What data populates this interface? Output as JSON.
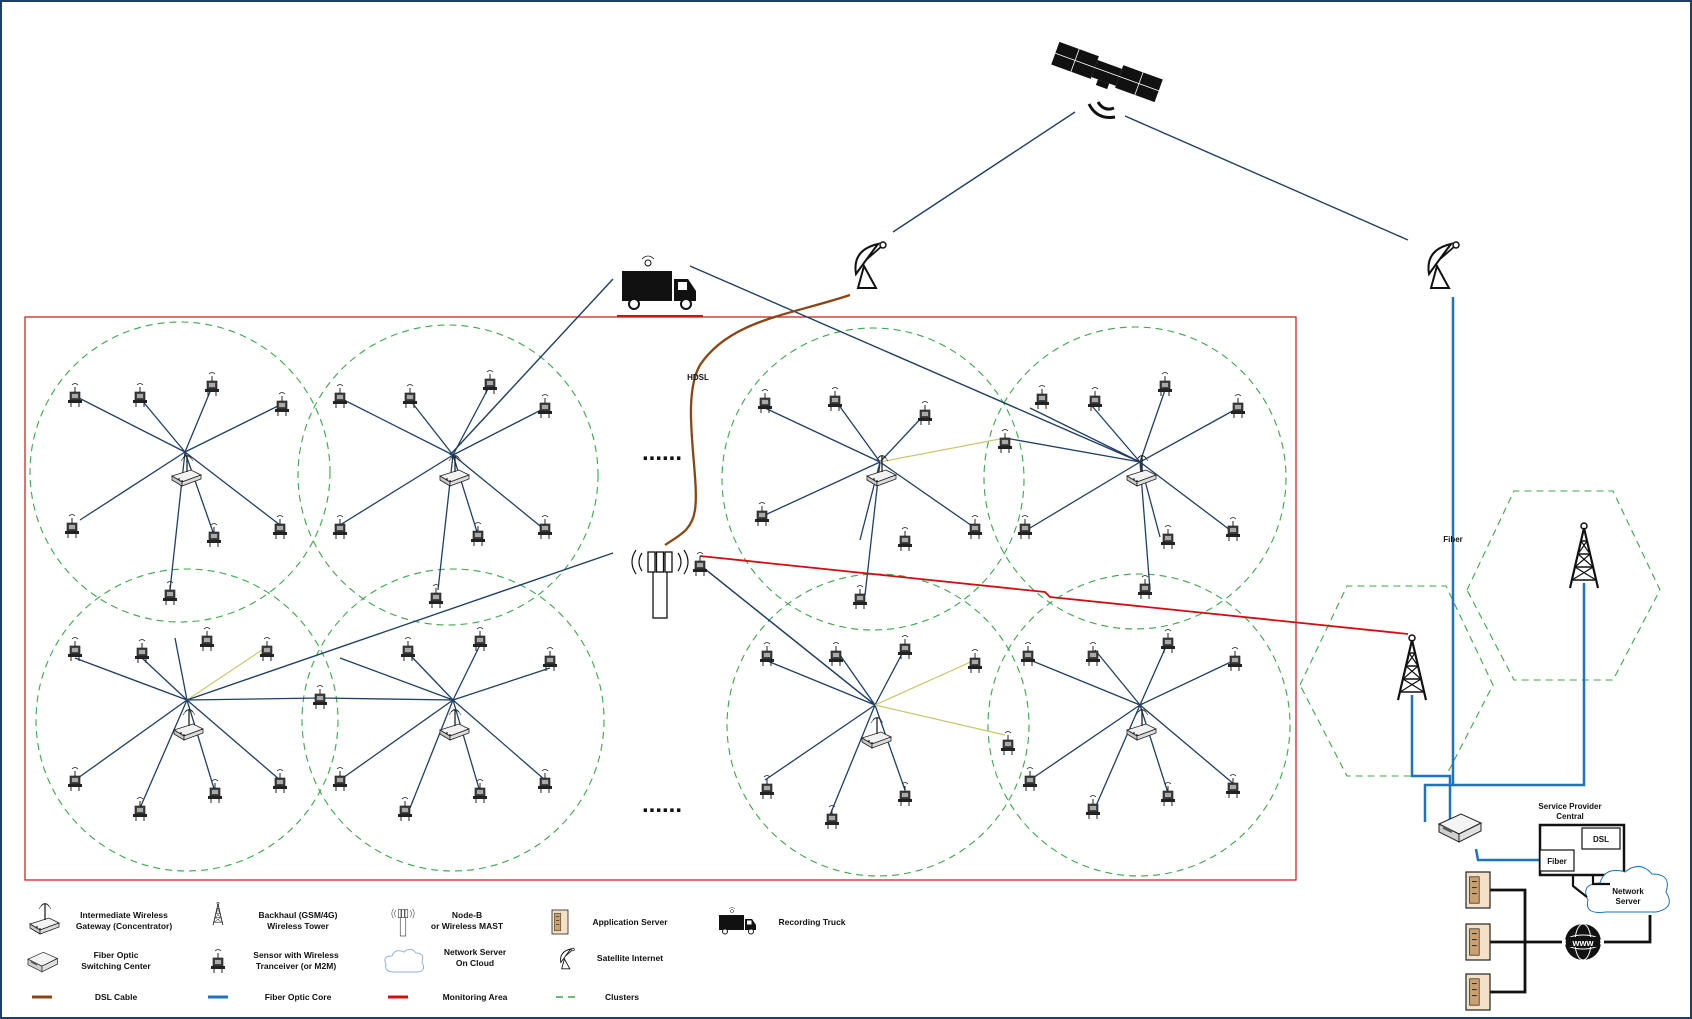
{
  "colors": {
    "wireless_link": "#1f3f66",
    "dsl_cable": "#8b4513",
    "fiber_optic_core": "#1e73be",
    "monitoring_area": "#d01010",
    "clusters": "#3aa84a",
    "wireless_short_link": "#c8c86a",
    "frame": "#1f3f66"
  },
  "cable_labels": {
    "hdsl": "HDSL",
    "fiber": "Fiber"
  },
  "ellipsis": {
    "top": "......",
    "bottom": "......"
  },
  "service_provider": {
    "title_line1": "Service Provider",
    "title_line2": "Central",
    "dsl_box": "DSL",
    "fiber_box": "Fiber"
  },
  "network_server": {
    "line1": "Network",
    "line2": "Server"
  },
  "www_icon": "www-globe-icon",
  "legend": {
    "items": [
      {
        "icon": "gateway-icon",
        "line1": "Intermediate Wireless",
        "line2": "Gateway (Concentrator)"
      },
      {
        "icon": "backhaul-tower-icon",
        "line1": "Backhaul (GSM/4G)",
        "line2": "Wireless Tower"
      },
      {
        "icon": "node-b-icon",
        "line1": "Node-B",
        "line2": "or Wireless MAST"
      },
      {
        "icon": "application-server-icon",
        "line1": "Application Server",
        "line2": ""
      },
      {
        "icon": "recording-truck-icon",
        "line1": "Recording Truck",
        "line2": ""
      },
      {
        "icon": "fiber-switch-icon",
        "line1": "Fiber Optic",
        "line2": "Switching Center"
      },
      {
        "icon": "sensor-icon",
        "line1": "Sensor with Wireless",
        "line2": "Tranceiver (or M2M)"
      },
      {
        "icon": "cloud-icon",
        "line1": "Network Server",
        "line2": "On Cloud"
      },
      {
        "icon": "satellite-dish-icon",
        "line1": "Satellite Internet",
        "line2": ""
      }
    ],
    "lines": [
      {
        "label": "DSL Cable",
        "color": "#8b4513"
      },
      {
        "label": "Fiber Optic Core",
        "color": "#1e73be"
      },
      {
        "label": "Monitoring Area",
        "color": "#d01010"
      },
      {
        "label": "Clusters",
        "color": "#3aa84a"
      }
    ]
  }
}
